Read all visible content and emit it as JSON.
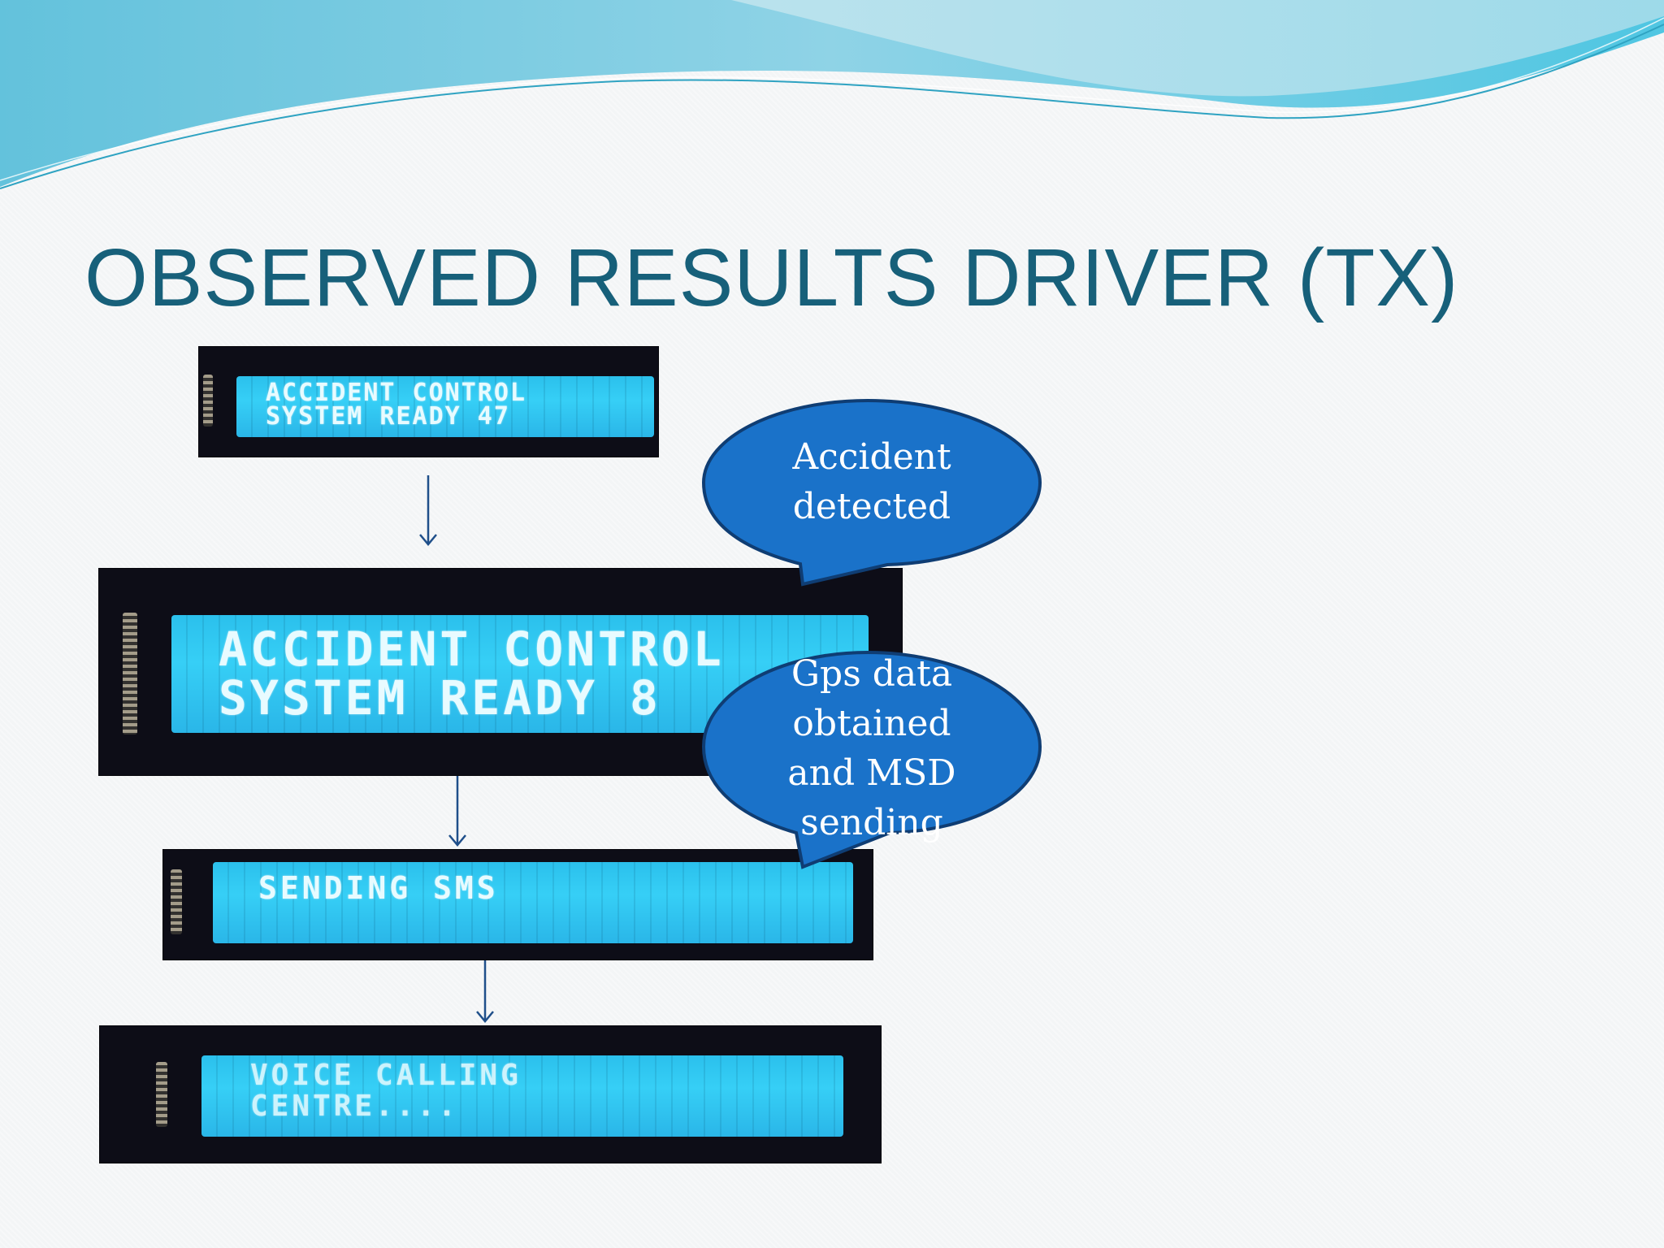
{
  "slide": {
    "title": "OBSERVED RESULTS DRIVER (TX)"
  },
  "lcd_screens": [
    {
      "line1": "ACCIDENT CONTROL",
      "line2": "SYSTEM READY 47"
    },
    {
      "line1": "ACCIDENT CONTROL",
      "line2": "SYSTEM READY 8"
    },
    {
      "line1": "SENDING SMS",
      "line2": ""
    },
    {
      "line1": "VOICE CALLING",
      "line2": "CENTRE...."
    }
  ],
  "callouts": [
    {
      "lines": [
        "Accident",
        "detected"
      ]
    },
    {
      "lines": [
        "Gps data",
        "obtained",
        "and MSD",
        "sending"
      ]
    }
  ],
  "colors": {
    "title": "#17607a",
    "callout_fill": "#1a72c9",
    "callout_stroke": "#0f3d73",
    "lcd_screen": "#2bc0ec",
    "lcd_frame": "#0d0d17",
    "arrow": "#1f4f8a"
  }
}
